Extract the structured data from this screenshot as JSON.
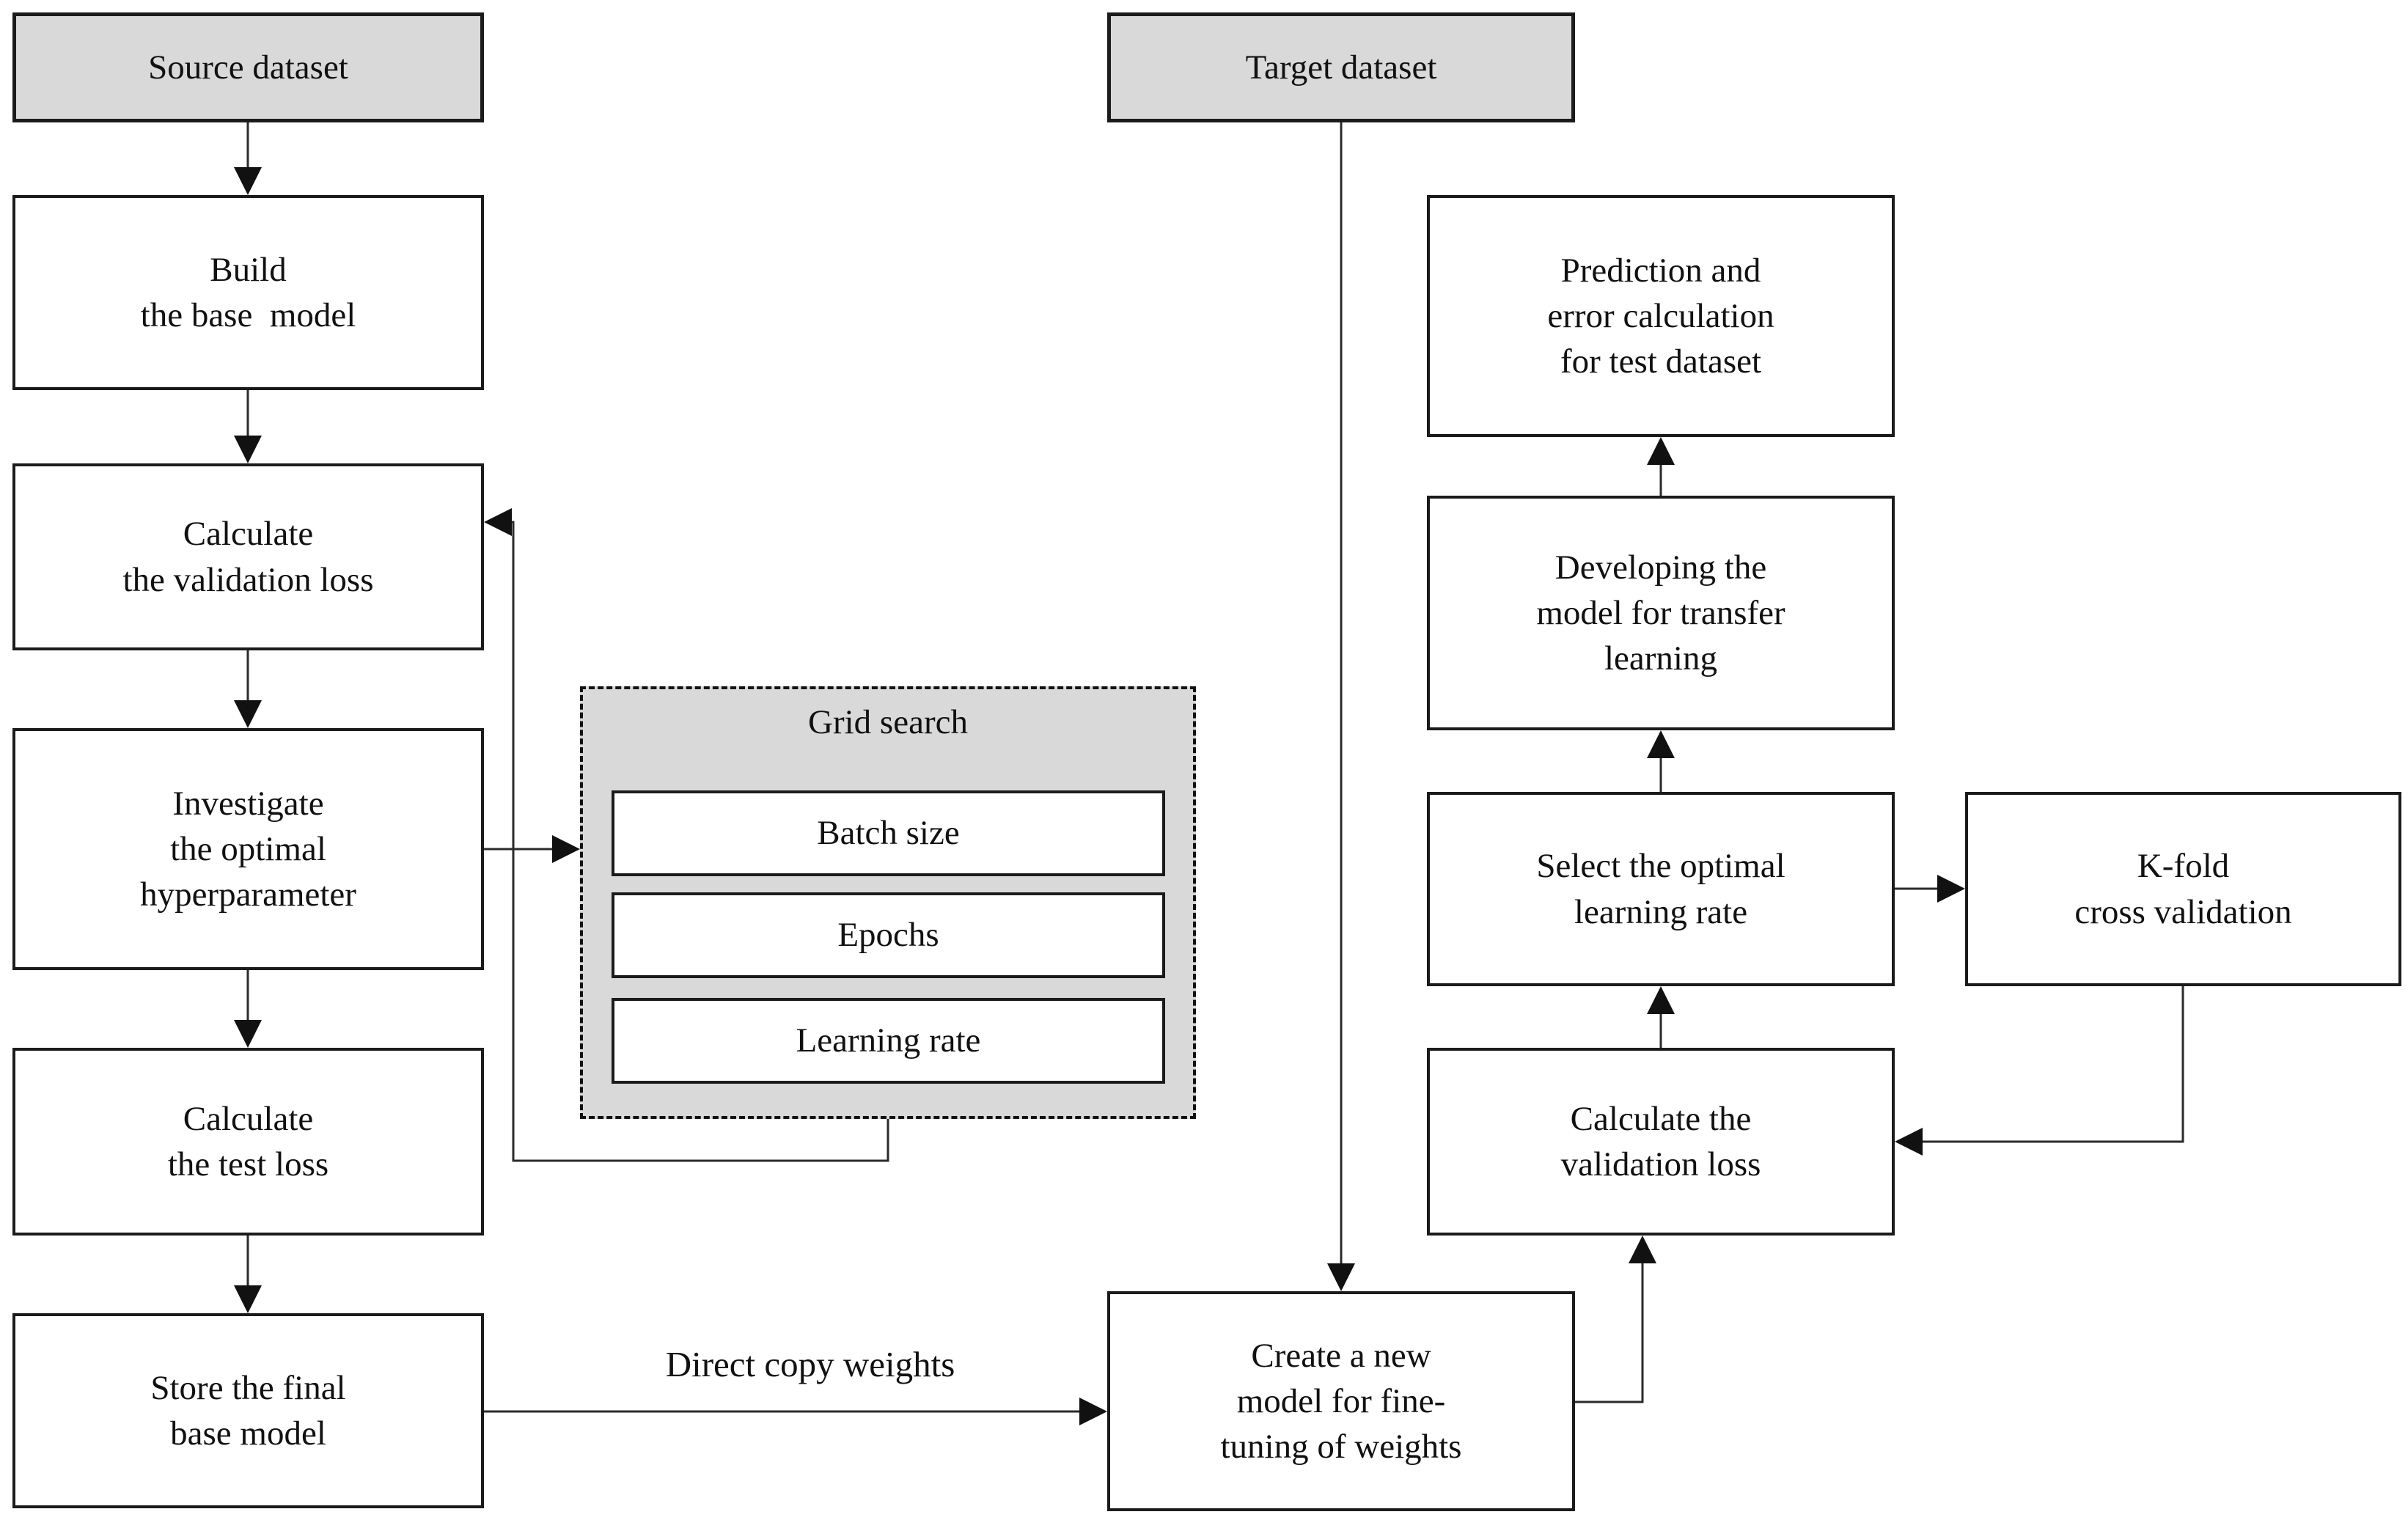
{
  "diagram": {
    "nodes": {
      "source_dataset": {
        "label": "Source dataset"
      },
      "build_base_model": {
        "line1": "Build",
        "line2": "the base  model"
      },
      "calc_validation_loss": {
        "line1": "Calculate",
        "line2": "the validation loss"
      },
      "investigate_hyperparameter": {
        "line1": "Investigate",
        "line2": "the optimal",
        "line3": "hyperparameter"
      },
      "calc_test_loss": {
        "line1": "Calculate",
        "line2": "the test loss"
      },
      "store_final_base_model": {
        "line1": "Store the final",
        "line2": "base model"
      },
      "grid_search": {
        "title": "Grid search",
        "items": {
          "batch_size": "Batch size",
          "epochs": "Epochs",
          "learning_rate": "Learning rate"
        }
      },
      "target_dataset": {
        "label": "Target dataset"
      },
      "prediction_error": {
        "line1": "Prediction and",
        "line2": "error calculation",
        "line3": "for test dataset"
      },
      "developing_model": {
        "line1": "Developing the",
        "line2": "model for transfer",
        "line3": "learning"
      },
      "select_learning_rate": {
        "line1": "Select the optimal",
        "line2": "learning rate"
      },
      "kfold_cross_validation": {
        "line1": "K-fold",
        "line2": "cross validation"
      },
      "calc_validation_loss_target": {
        "line1": "Calculate the",
        "line2": "validation loss"
      },
      "create_new_model": {
        "line1": "Create a new",
        "line2": "model for fine-",
        "line3": "tuning of weights"
      }
    },
    "edge_labels": {
      "direct_copy_weights": "Direct copy weights"
    },
    "colors": {
      "background": "#ffffff",
      "box_fill_white": "#ffffff",
      "box_fill_gray": "#d9d9d9",
      "border": "#1b1b1b",
      "connector_line": "#2b2b2b",
      "text": "#111111"
    }
  }
}
